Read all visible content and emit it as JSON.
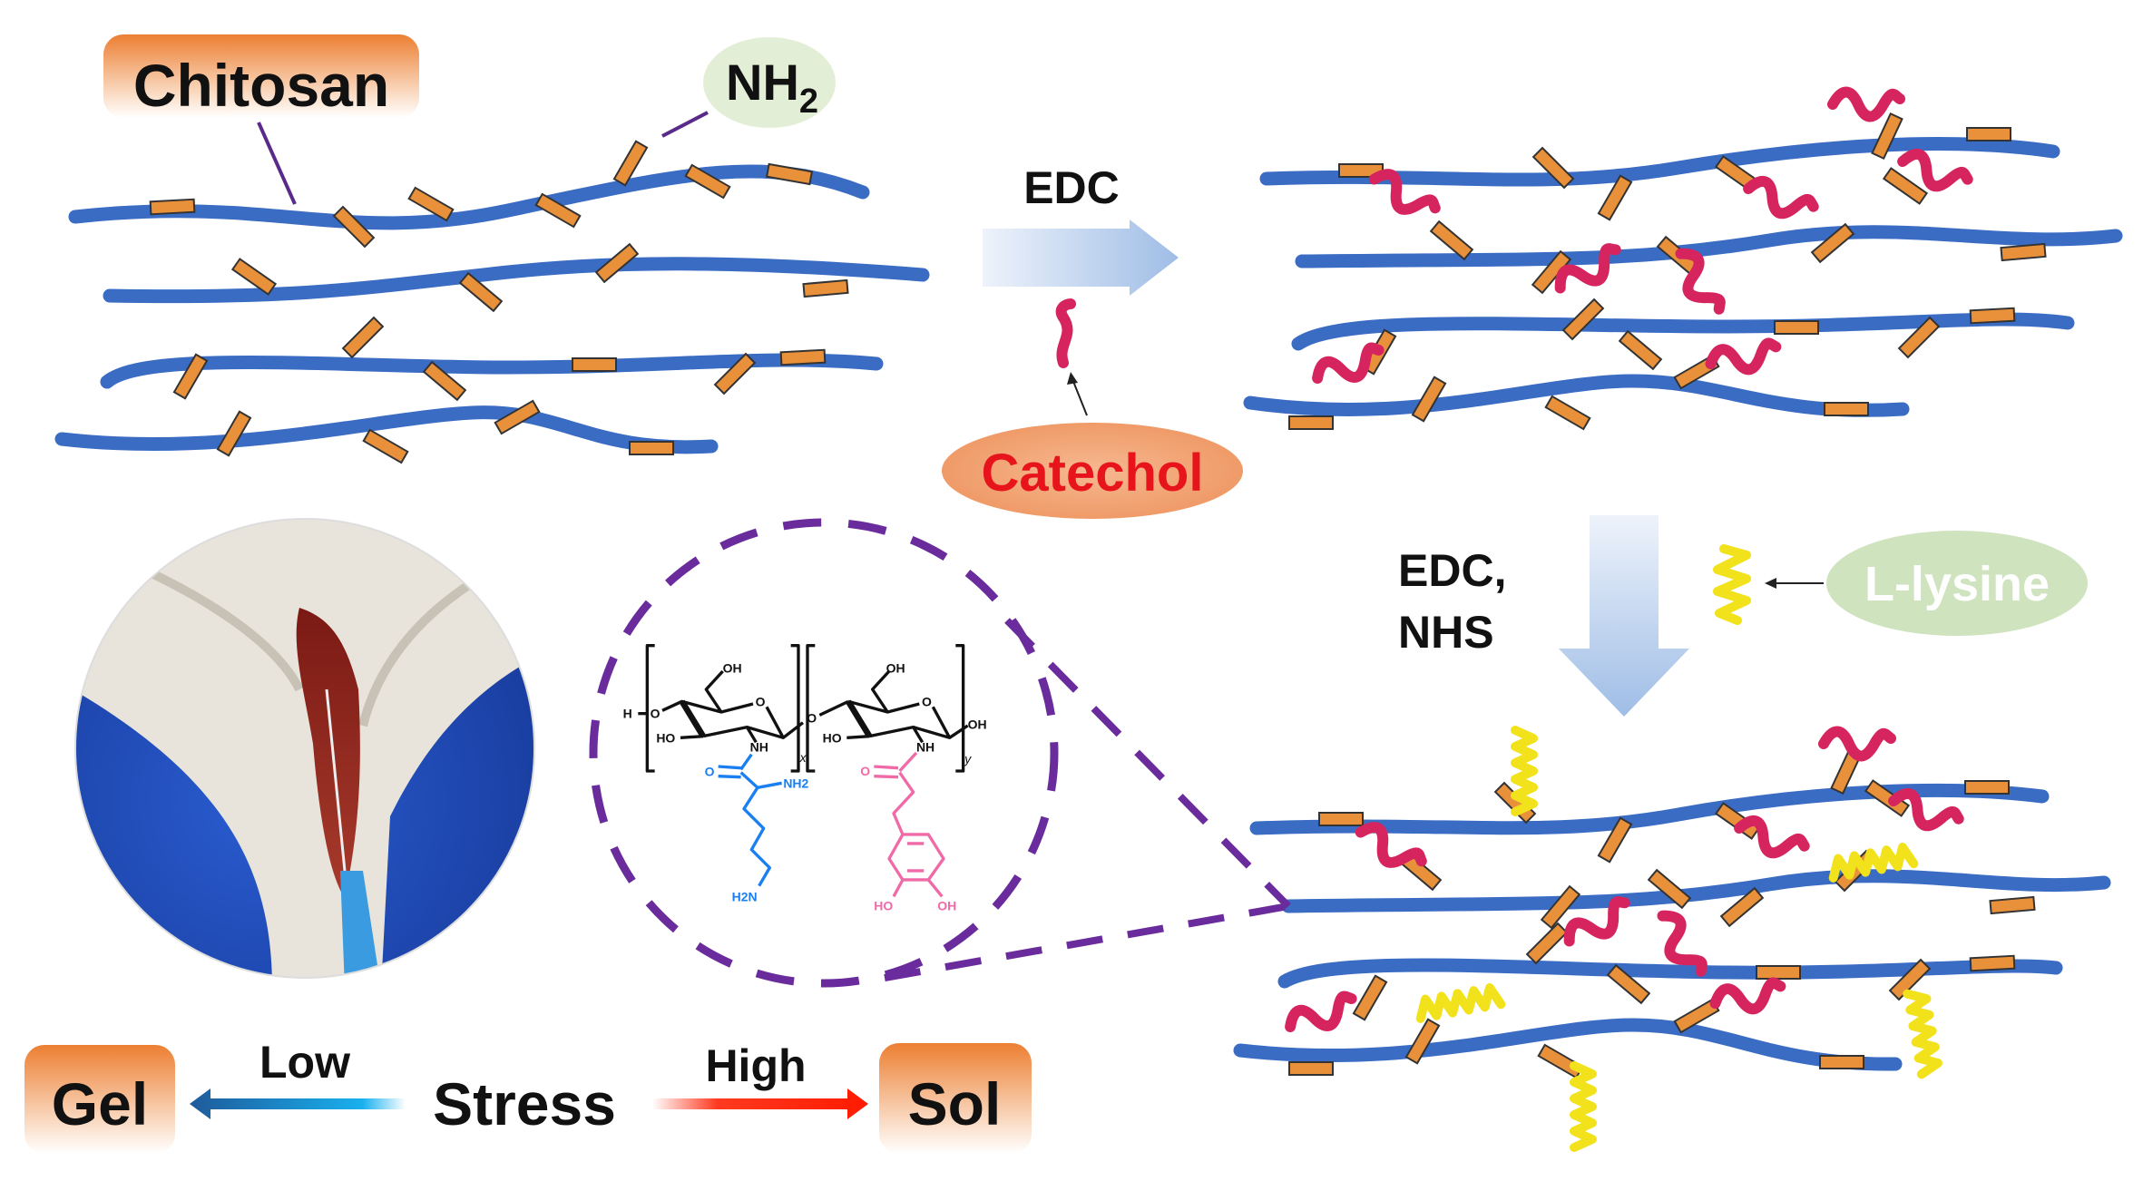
{
  "labels": {
    "chitosan": "Chitosan",
    "nh2_main": "NH",
    "nh2_sub": "2",
    "edc_top": "EDC",
    "catechol": "Catechol",
    "edc_nhs_line1": "EDC,",
    "edc_nhs_line2": "NHS",
    "l_lysine": "L-lysine",
    "gel": "Gel",
    "sol": "Sol",
    "stress": "Stress",
    "low": "Low",
    "high": "High"
  },
  "structure": {
    "h_end": "H",
    "o_link_left": "O",
    "o_bridge": "O",
    "ring1": {
      "oh_top": "OH",
      "ring_o": "O",
      "ho": "HO",
      "nh": "NH",
      "subscript": "x"
    },
    "ring2": {
      "oh_top": "OH",
      "ring_o": "O",
      "ho": "HO",
      "nh": "NH",
      "oh_end": "OH",
      "subscript": "y"
    },
    "lysine": {
      "carbonyl_o": "O",
      "alpha_amine": "NH2",
      "terminal_amine": "H2N"
    },
    "catechol": {
      "carbonyl_o": "O",
      "hydroxyl_left": "HO",
      "hydroxyl_right": "OH"
    }
  },
  "colors": {
    "chitosan_chain": "#3a6cc4",
    "amine_rod": "#e8913a",
    "catechol_group": "#d6245e",
    "lysine_group": "#f2e21c",
    "lysine_structure": "#1a7ff0",
    "catechol_structure": "#f06aa8",
    "dashed_circle": "#6a2c9c",
    "label_orange": "#ef8a3c",
    "nh2_bubble": "#e2efd6",
    "lysine_bubble": "#cfe3bf",
    "catechol_bubble": "#f0a070",
    "catechol_text": "#e8141c"
  }
}
